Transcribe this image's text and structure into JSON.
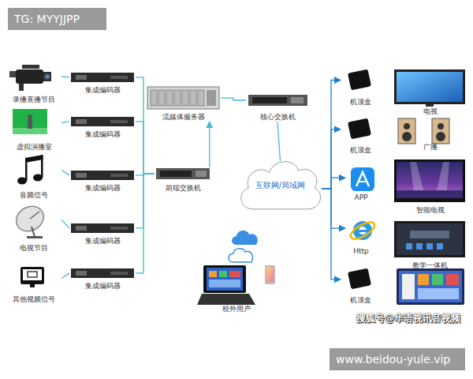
{
  "diagram": {
    "nodes": [
      {
        "text": [
          "录播直播节目"
        ]
      },
      {
        "text": [
          "虚拟演播室"
        ]
      },
      {
        "text": [
          "音频信号"
        ]
      },
      {
        "text": [
          "电视节目"
        ]
      },
      {
        "text": [
          "其他视频信号"
        ]
      },
      {
        "text": [
          "集成编码器"
        ]
      },
      {
        "text": [
          "集成编码器"
        ]
      },
      {
        "text": [
          "集成编码器"
        ]
      },
      {
        "text": [
          "集成编码器"
        ]
      },
      {
        "text": [
          "集成编码器"
        ]
      },
      {
        "text": [
          "流媒体服务器"
        ]
      },
      {
        "text": [
          "前端交换机"
        ]
      },
      {
        "text": [
          "核心交换机"
        ]
      },
      {
        "text": [
          "互联网/局域网"
        ]
      },
      {
        "text": [
          "校外用户"
        ]
      },
      {
        "text": [
          "机顶盒"
        ]
      },
      {
        "text": [
          "机顶盒"
        ]
      },
      {
        "text": [
          "APP"
        ]
      },
      {
        "text": [
          "Http"
        ]
      },
      {
        "text": [
          "机顶盒"
        ]
      },
      {
        "text": [
          "电视"
        ]
      },
      {
        "text": [
          "广播"
        ]
      },
      {
        "text": [
          "智能电视"
        ]
      },
      {
        "text": [
          "教学一体机"
        ]
      }
    ],
    "edges": [
      {
        "from": 0,
        "to": 5,
        "arrow": "none"
      },
      {
        "from": 1,
        "to": 6,
        "arrow": "none"
      },
      {
        "from": 2,
        "to": 7,
        "arrow": "none"
      },
      {
        "from": 3,
        "to": 8,
        "arrow": "none"
      },
      {
        "from": 4,
        "to": 9,
        "arrow": "none"
      },
      {
        "from": 5,
        "to": 11,
        "arrow": "none"
      },
      {
        "from": 6,
        "to": 11,
        "arrow": "none"
      },
      {
        "from": 7,
        "to": 11,
        "arrow": "none"
      },
      {
        "from": 8,
        "to": 11,
        "arrow": "none"
      },
      {
        "from": 9,
        "to": 11,
        "arrow": "none"
      },
      {
        "from": 11,
        "to": 10,
        "arrow": "to"
      },
      {
        "from": 10,
        "to": 12,
        "arrow": "none"
      },
      {
        "from": 12,
        "to": 13,
        "arrow": "none"
      },
      {
        "from": 13,
        "to": 15,
        "arrow": "to"
      },
      {
        "from": 13,
        "to": 16,
        "arrow": "to"
      },
      {
        "from": 13,
        "to": 17,
        "arrow": "to"
      },
      {
        "from": 13,
        "to": 18,
        "arrow": "to"
      },
      {
        "from": 13,
        "to": 19,
        "arrow": "to"
      }
    ],
    "labels": [
      "TG: MYYJJPP",
      "搜狐号@华语视讯音视频",
      "www.beidou-yule.vip"
    ]
  }
}
